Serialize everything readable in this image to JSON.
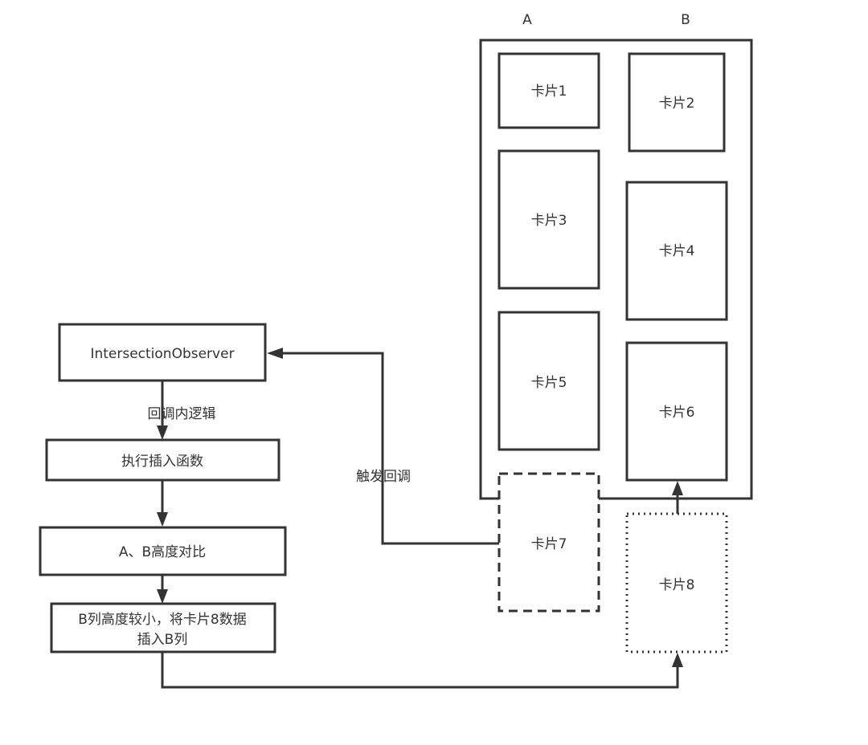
{
  "columns": {
    "a": "A",
    "b": "B"
  },
  "cards": {
    "card1": "卡片1",
    "card2": "卡片2",
    "card3": "卡片3",
    "card4": "卡片4",
    "card5": "卡片5",
    "card6": "卡片6",
    "card7": "卡片7",
    "card8": "卡片8"
  },
  "flow": {
    "observer": "IntersectionObserver",
    "callback_logic": "回调内逻辑",
    "exec_insert": "执行插入函数",
    "compare": "A、B高度对比",
    "insert_line1": "B列高度较小，将卡片8数据",
    "insert_line2": "插入B列",
    "trigger_callback": "触发回调"
  },
  "colors": {
    "stroke": "#333333",
    "background": "#ffffff"
  }
}
